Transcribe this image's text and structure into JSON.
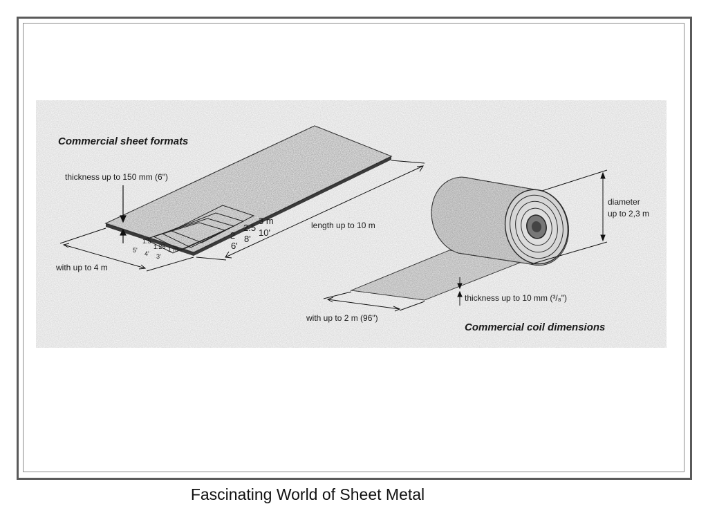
{
  "sheet": {
    "title": "Commercial sheet formats",
    "thickness_label": "thickness up to 150 mm (6\")",
    "length_label": "length up to 10 m",
    "width_label": "with up to 4 m",
    "sizes_metric": [
      "1.5",
      "1.25",
      "1 m",
      "2",
      "2.5",
      "3 m"
    ],
    "sizes_imperial": [
      "5'",
      "4'",
      "3'",
      "6'",
      "8'",
      "10'"
    ]
  },
  "coil": {
    "title": "Commercial coil dimensions",
    "diameter_label_1": "diameter",
    "diameter_label_2": "up to 2,3 m",
    "thickness_label": "thickness up to 10 mm (³/₈\")",
    "width_label": "with up to 2 m (96\")"
  },
  "caption": "Fascinating World of Sheet Metal"
}
